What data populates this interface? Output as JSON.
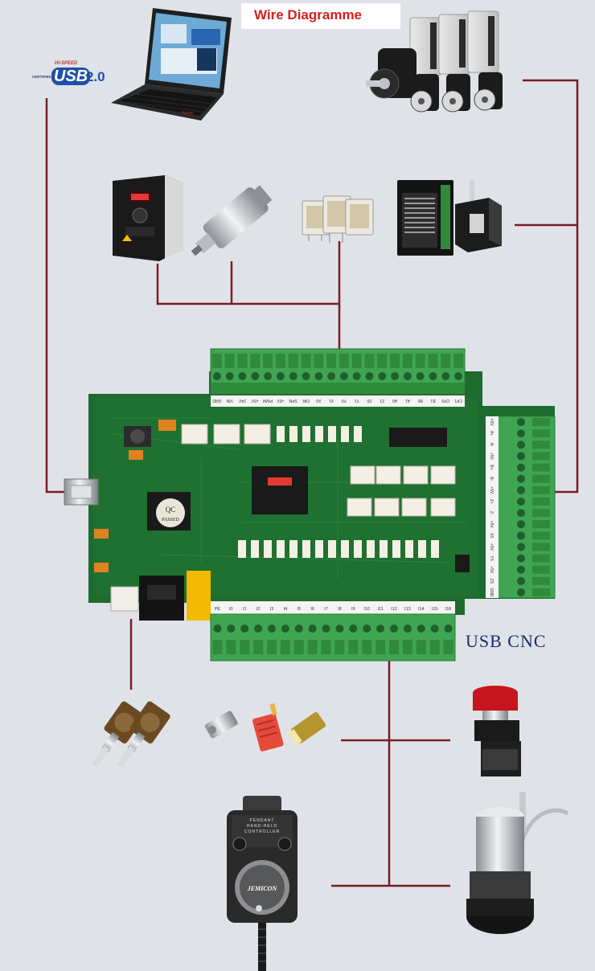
{
  "title": "Wire Diagramme",
  "usb_logo": {
    "speed": "HI-SPEED",
    "certified": "CERTIFIED",
    "word": "USB",
    "version": "2.0"
  },
  "board_label": "USB CNC",
  "laptop_brand": "Nexus",
  "chip_stamp": {
    "line1": "QC",
    "line2": "PASSED"
  },
  "pendant": {
    "line1": "PENDANT",
    "line2": "HAND-HELD",
    "line3": "CONTROLLER",
    "brand": "JEMICON"
  },
  "top_terminal_labels": [
    "GND",
    "VIN",
    "24V",
    "+5V",
    "PWM",
    "+5V",
    "SPN",
    "DIR",
    "X0",
    "X1",
    "Y0",
    "Y1",
    "Z0",
    "Z1",
    "A0",
    "A1",
    "B0",
    "B1",
    "CP0",
    "CP1"
  ],
  "right_terminal_labels": [
    "+5V",
    "A+",
    "A-",
    "+5V",
    "B+",
    "B-",
    "+5V",
    "Z+",
    "Z-",
    "+5V",
    "XS",
    "+5V",
    "YS",
    "+5V",
    "ZS",
    "GND"
  ],
  "bottom_terminal_labels": [
    "PE",
    "I0",
    "I1",
    "I2",
    "I3",
    "I4",
    "I5",
    "I6",
    "I7",
    "I8",
    "I9",
    "I10",
    "I11",
    "I12",
    "I13",
    "I14",
    "I15",
    "I16"
  ],
  "colors": {
    "background": "#dfe3e8",
    "wire": "#7b1c22",
    "pcb": "#1d6b2e",
    "terminal": "#3fa552",
    "title": "#d62020",
    "label": "#1a2a6e"
  },
  "components": [
    "laptop",
    "usb-logo",
    "servo-drives-and-motors",
    "vfd-inverter",
    "spindle-motor",
    "relays",
    "stepper-driver",
    "stepper-motor",
    "cnc-controller-board",
    "potentiometers",
    "limit-switches",
    "emergency-stop",
    "tool-setter",
    "pendant-handwheel"
  ]
}
